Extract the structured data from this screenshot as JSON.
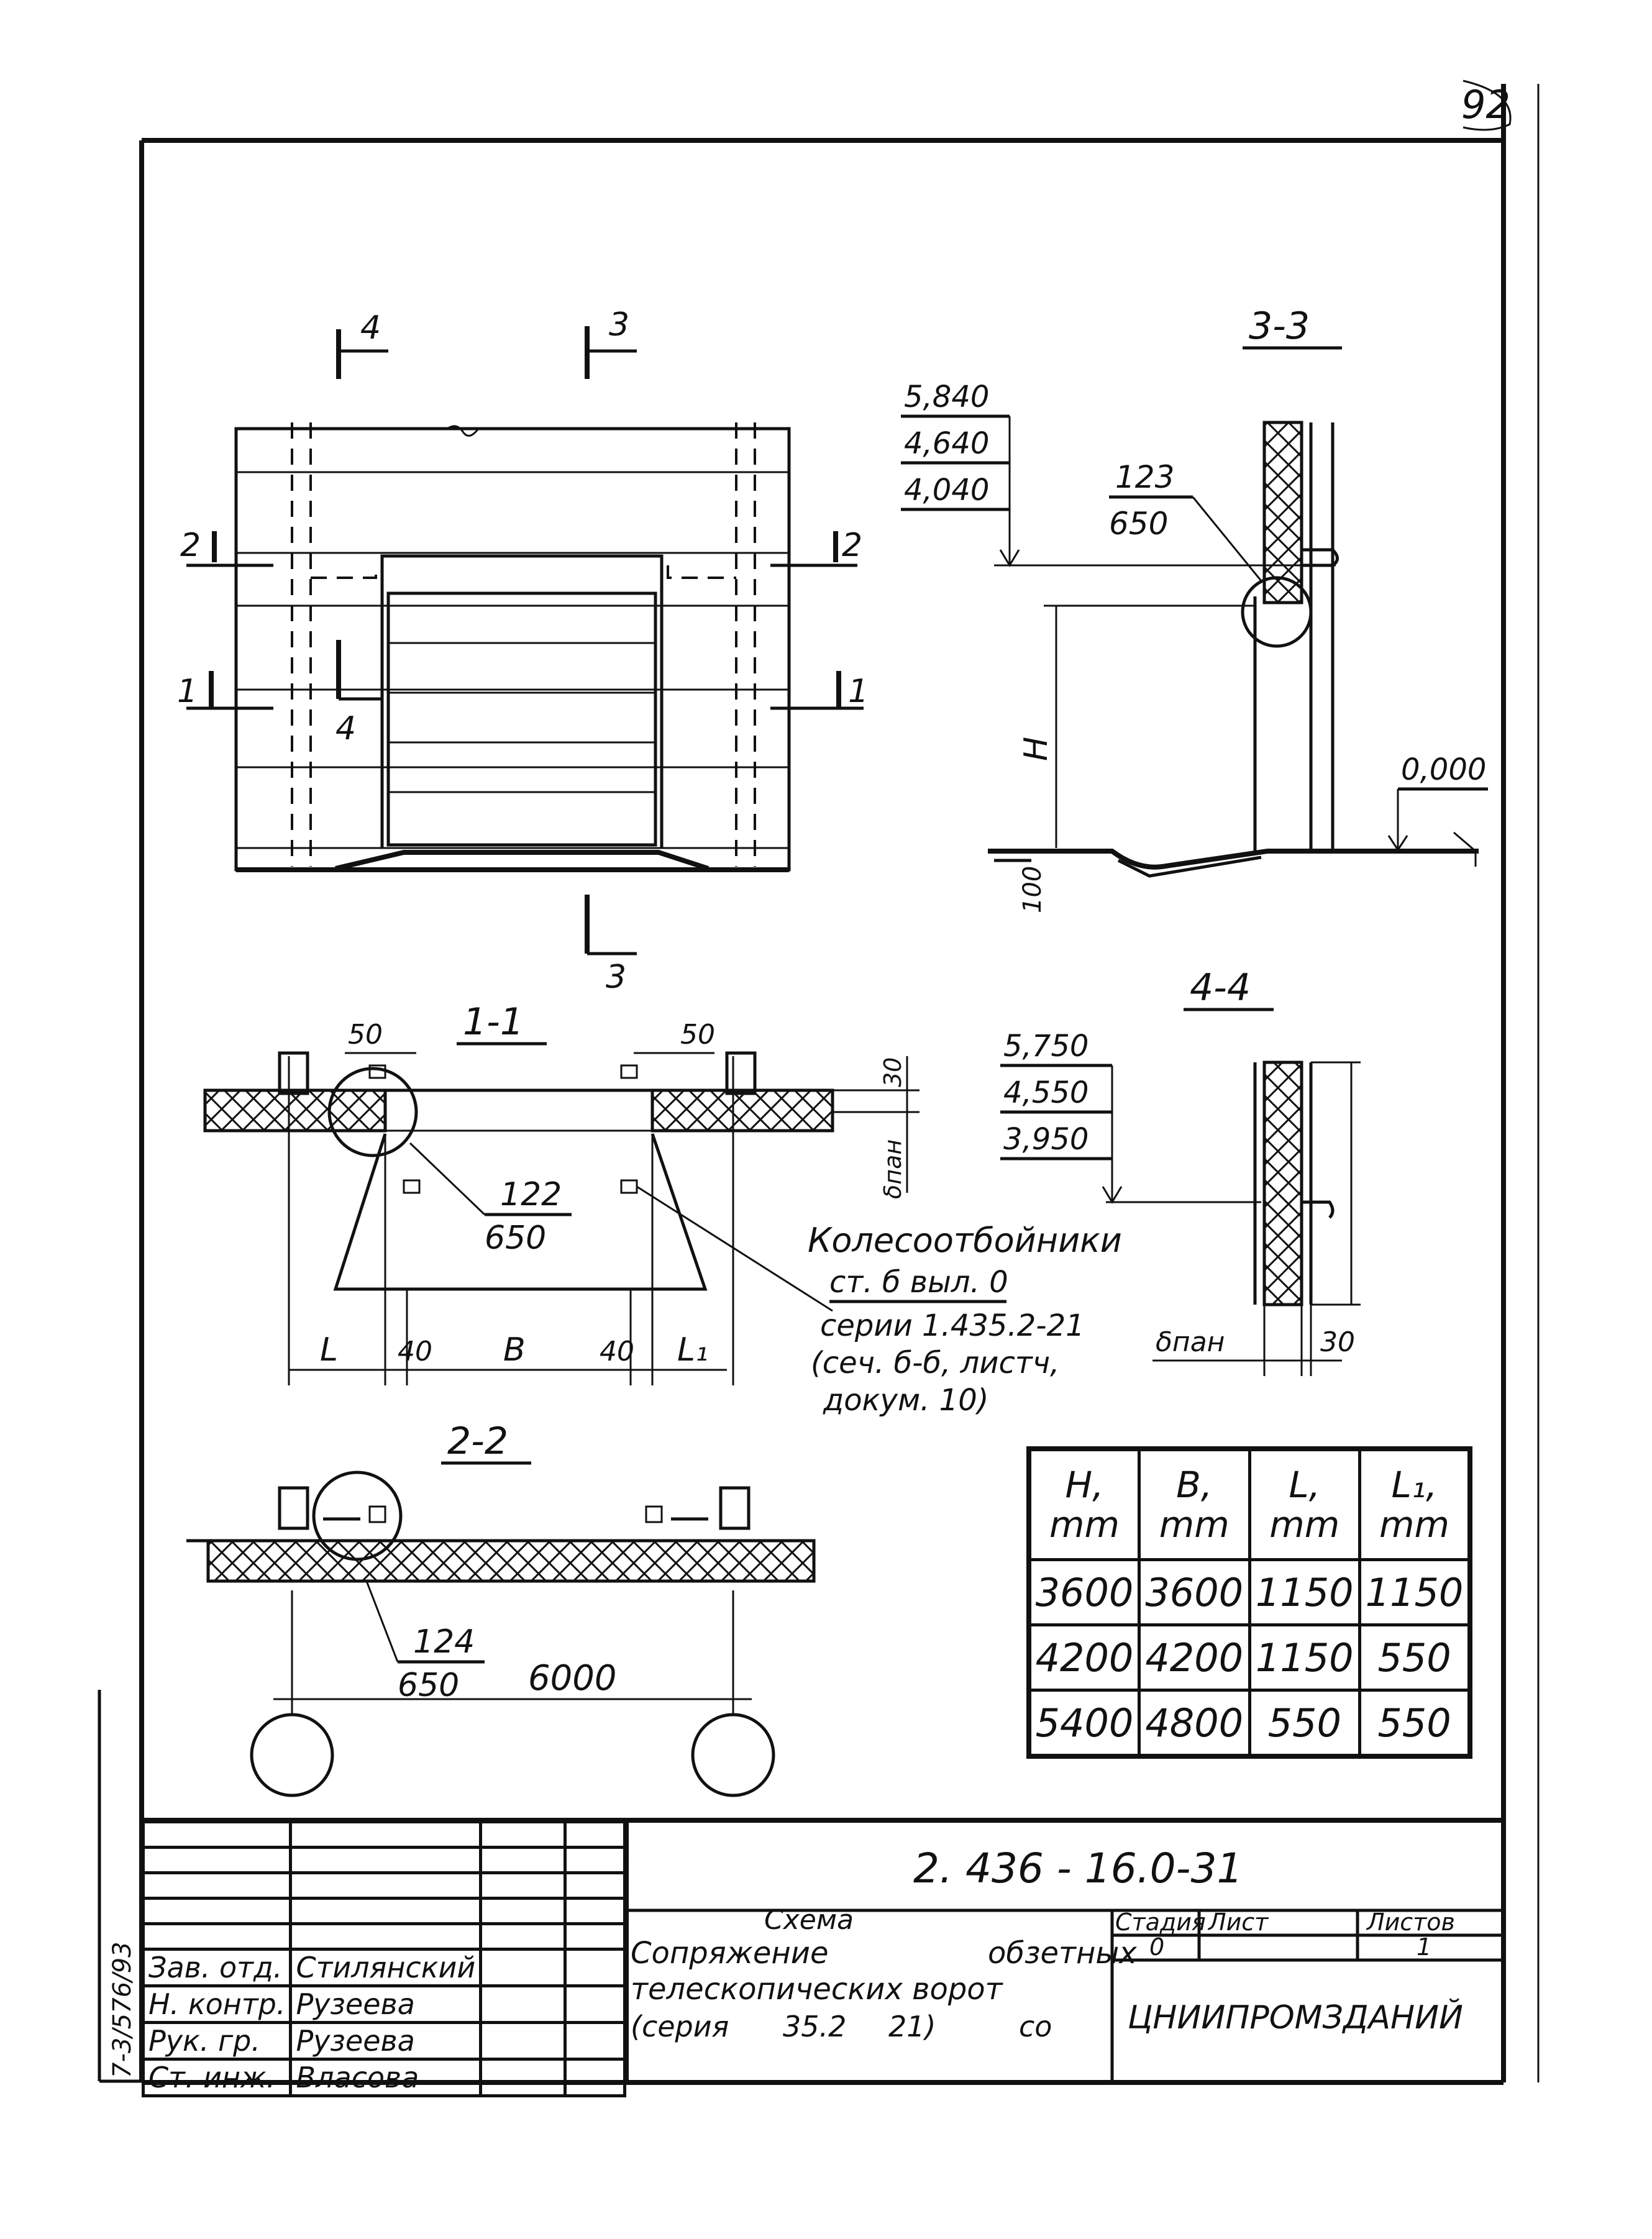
{
  "sheet": {
    "page_no": "92",
    "side_stamp": "7-3/576/93"
  },
  "views": {
    "elevation": {
      "cut_left_top": "4",
      "cut_right_top": "3",
      "cut_bottom": "3",
      "mark_2_left": "2",
      "mark_2_right": "2",
      "mark_1_left": "1",
      "mark_1_right": "1",
      "mark_4_mid": "4"
    },
    "section_3_3": {
      "title": "3-3",
      "levels": [
        "5,840",
        "4,640",
        "4,040"
      ],
      "node_num": "123",
      "node_sheet": "650",
      "height_label": "H",
      "zero_level": "0,000",
      "dim_bottom": "100"
    },
    "section_1_1": {
      "title": "1-1",
      "dim_left": "50",
      "dim_right": "50",
      "dim_30": "30",
      "dim_pan": "δпан",
      "node_num": "122",
      "node_sheet": "650",
      "bottom_dims": [
        "L",
        "40",
        "B",
        "40",
        "L₁"
      ]
    },
    "section_4_4": {
      "title": "4-4",
      "levels": [
        "5,750",
        "4,550",
        "3,950"
      ],
      "dim_pan": "δпан",
      "dim_30": "30"
    },
    "section_2_2": {
      "title": "2-2",
      "node_num": "124",
      "node_sheet": "650",
      "span": "6000"
    },
    "note_lines": [
      "Колесоотбойники",
      "ст. б выл. 0",
      "серии 1.435.2-21",
      "(сеч. б-б, листч,",
      "докум. 10)"
    ]
  },
  "spec_table": {
    "headers": [
      [
        "H,",
        "mm"
      ],
      [
        "B,",
        "mm"
      ],
      [
        "L,",
        "mm"
      ],
      [
        "L₁,",
        "mm"
      ]
    ],
    "rows": [
      [
        "3600",
        "3600",
        "1150",
        "1150"
      ],
      [
        "4200",
        "4200",
        "1150",
        "550"
      ],
      [
        "5400",
        "4800",
        "550",
        "550"
      ]
    ]
  },
  "title_block": {
    "doc_code": "2. 436 - 16.0-31",
    "staff": [
      {
        "role": "Зав. отд.",
        "name": "Стилянский"
      },
      {
        "role": "Н. контр.",
        "name": "Рузеева"
      },
      {
        "role": "Рук. гр.",
        "name": "Рузеева"
      },
      {
        "role": "Ст. инж.",
        "name": "Власова"
      }
    ],
    "title_lines": [
      "Схема",
      "Сопряжение",
      "обзетных",
      "телескопических ворот",
      "(серия",
      "35.2",
      "21)",
      "со"
    ],
    "stage_label": "Стадия",
    "sheet_label": "Лист",
    "sheets_label": "Листов",
    "stage": "0",
    "sheets": "1",
    "org": "ЦНИИПРОМЗДАНИЙ"
  }
}
